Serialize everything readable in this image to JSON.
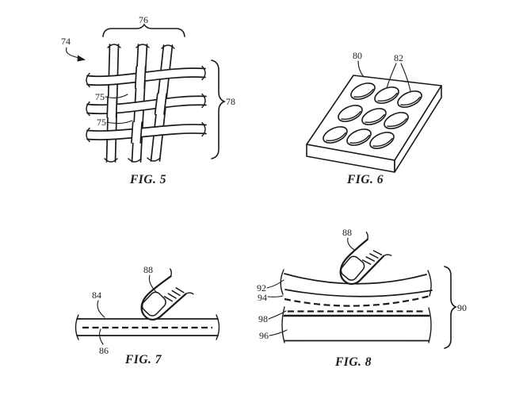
{
  "page": {
    "background": "#ffffff",
    "ink": "#1a1a1a"
  },
  "figures": {
    "fig5": {
      "caption": "FIG. 5",
      "labels": {
        "l76": "76",
        "l74": "74",
        "l75a": "75",
        "l75b": "75",
        "l78": "78"
      }
    },
    "fig6": {
      "caption": "FIG. 6",
      "labels": {
        "l80": "80",
        "l82": "82"
      }
    },
    "fig7": {
      "caption": "FIG. 7",
      "labels": {
        "l84": "84",
        "l86": "86",
        "l88": "88"
      }
    },
    "fig8": {
      "caption": "FIG. 8",
      "labels": {
        "l88": "88",
        "l92": "92",
        "l94": "94",
        "l98": "98",
        "l96": "96",
        "l90": "90"
      }
    }
  }
}
